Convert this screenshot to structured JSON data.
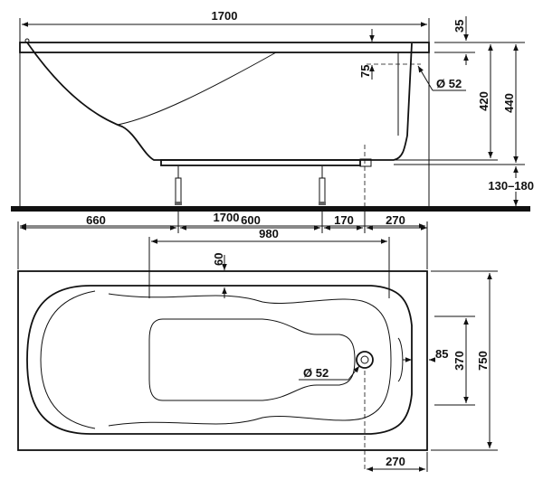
{
  "side_view": {
    "length": "1700",
    "rim_thickness": "35",
    "overflow_depth": "75",
    "overflow_diameter": "Ø 52",
    "inner_depth": "420",
    "total_height": "440",
    "leg_height": "130–180",
    "leg_offset_left": "660",
    "leg_spacing": "600",
    "drain_offset_leg": "170",
    "drain_offset_end": "270"
  },
  "plan_view": {
    "length": "1700",
    "inner_length": "980",
    "rim_offset": "60",
    "width": "750",
    "inner_width": "370",
    "drain_rim_offset": "85",
    "drain_diameter": "Ø 52",
    "drain_offset_end": "270"
  }
}
